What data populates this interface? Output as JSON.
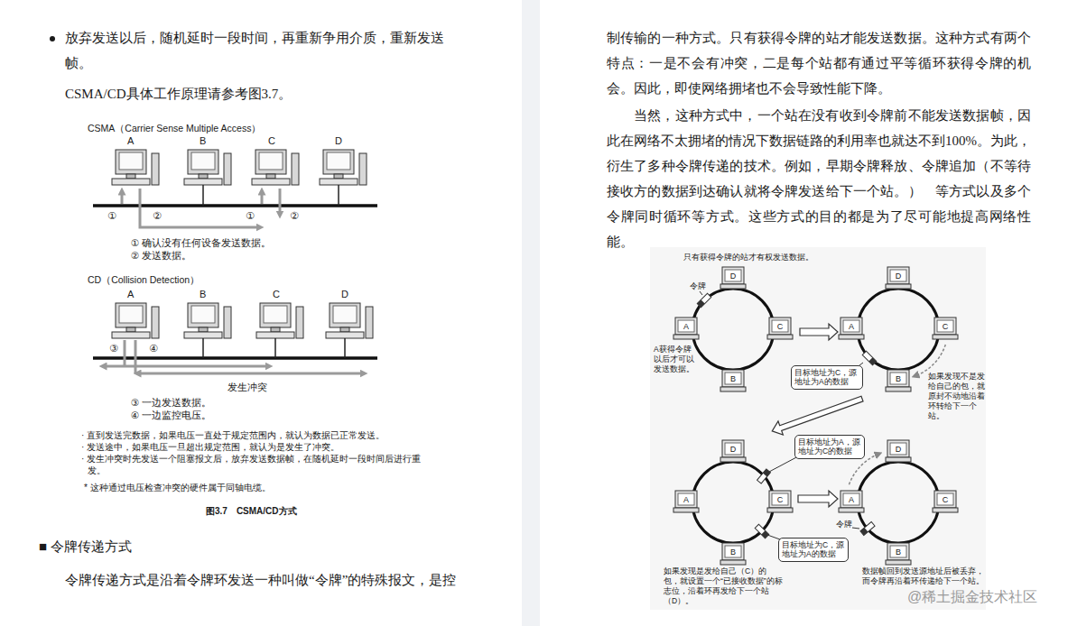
{
  "diagram": {
    "nodes": [
      {
        "text": [
          "目标地址为C，源地址为A的数据"
        ]
      },
      {
        "text": [
          "目标地址为A，源地址为C的数据"
        ]
      },
      {
        "text": [
          "目标地址为C，源地址为A的数据"
        ]
      }
    ],
    "labels": [
      "放弃发送以后，随机延时一段时间，再重新争用介质，重新发送帧。",
      "CSMA/CD具体工作原理请参考图3.7。",
      "CSMA（Carrier Sense Multiple Access）",
      "A",
      "B",
      "C",
      "D",
      "①",
      "②",
      "①",
      "②",
      "① 确认没有任何设备发送数据。",
      "② 发送数据。",
      "CD（Collision Detection）",
      "A",
      "B",
      "C",
      "D",
      "③",
      "④",
      "发生冲突",
      "③ 一边发送数据。",
      "④ 一边监控电压。",
      "· 直到发送完数据，如果电压一直处于规定范围内，就认为数据已正常发送。",
      "· 发送途中，如果电压一旦超出规定范围，就认为是发生了冲突。",
      "· 发生冲突时先发送一个阻塞报文后，放弃发送数据帧，在随机延时一段时间后进行重发。",
      "* 这种通过电压检查冲突的硬件属于同轴电缆。",
      "图3.7　CSMA/CD方式",
      "■ 令牌传递方式",
      "令牌传递方式是沿着令牌环发送一种叫做“令牌”的特殊报文，是控",
      "制传输的一种方式。只有获得令牌的站才能发送数据。这种方式有两个特点：一是不会有冲突，二是每个站都有通过平等循环获得令牌的机会。因此，即使网络拥堵也不会导致性能下降。",
      "当然，这种方式中，一个站在没有收到令牌前不能发送数据帧，因此在网络不太拥堵的情况下数据链路的利用率也就达不到100%。为此，衍生了多种令牌传递的技术。例如，早期令牌释放、令牌追加（不等待接收方的数据到达确认就将令牌发送给下一个站。）　等方式以及多个令牌同时循环等方式。这些方式的目的都是为了尽可能地提高网络性能。",
      "只有获得令牌的站才有权发送数据。",
      "D",
      "令牌",
      "A",
      "C",
      "B",
      "A获得令牌以后才可以发送数据。",
      "D",
      "A",
      "C",
      "B",
      "如果发现不是发给自己的包，就原封不动地沿着环转给下一个站。",
      "D",
      "A",
      "C",
      "B",
      "如果发现是发给自己（C）的包，就设置一个“已接收数据”的标志位，沿着环再发给下一个站（D）。",
      "D",
      "A",
      "C",
      "令牌",
      "B",
      "数据帧回到发送源地址后被丢弃，而令牌再沿着环传递给下一个站。",
      "@稀土掘金技术社区"
    ]
  }
}
